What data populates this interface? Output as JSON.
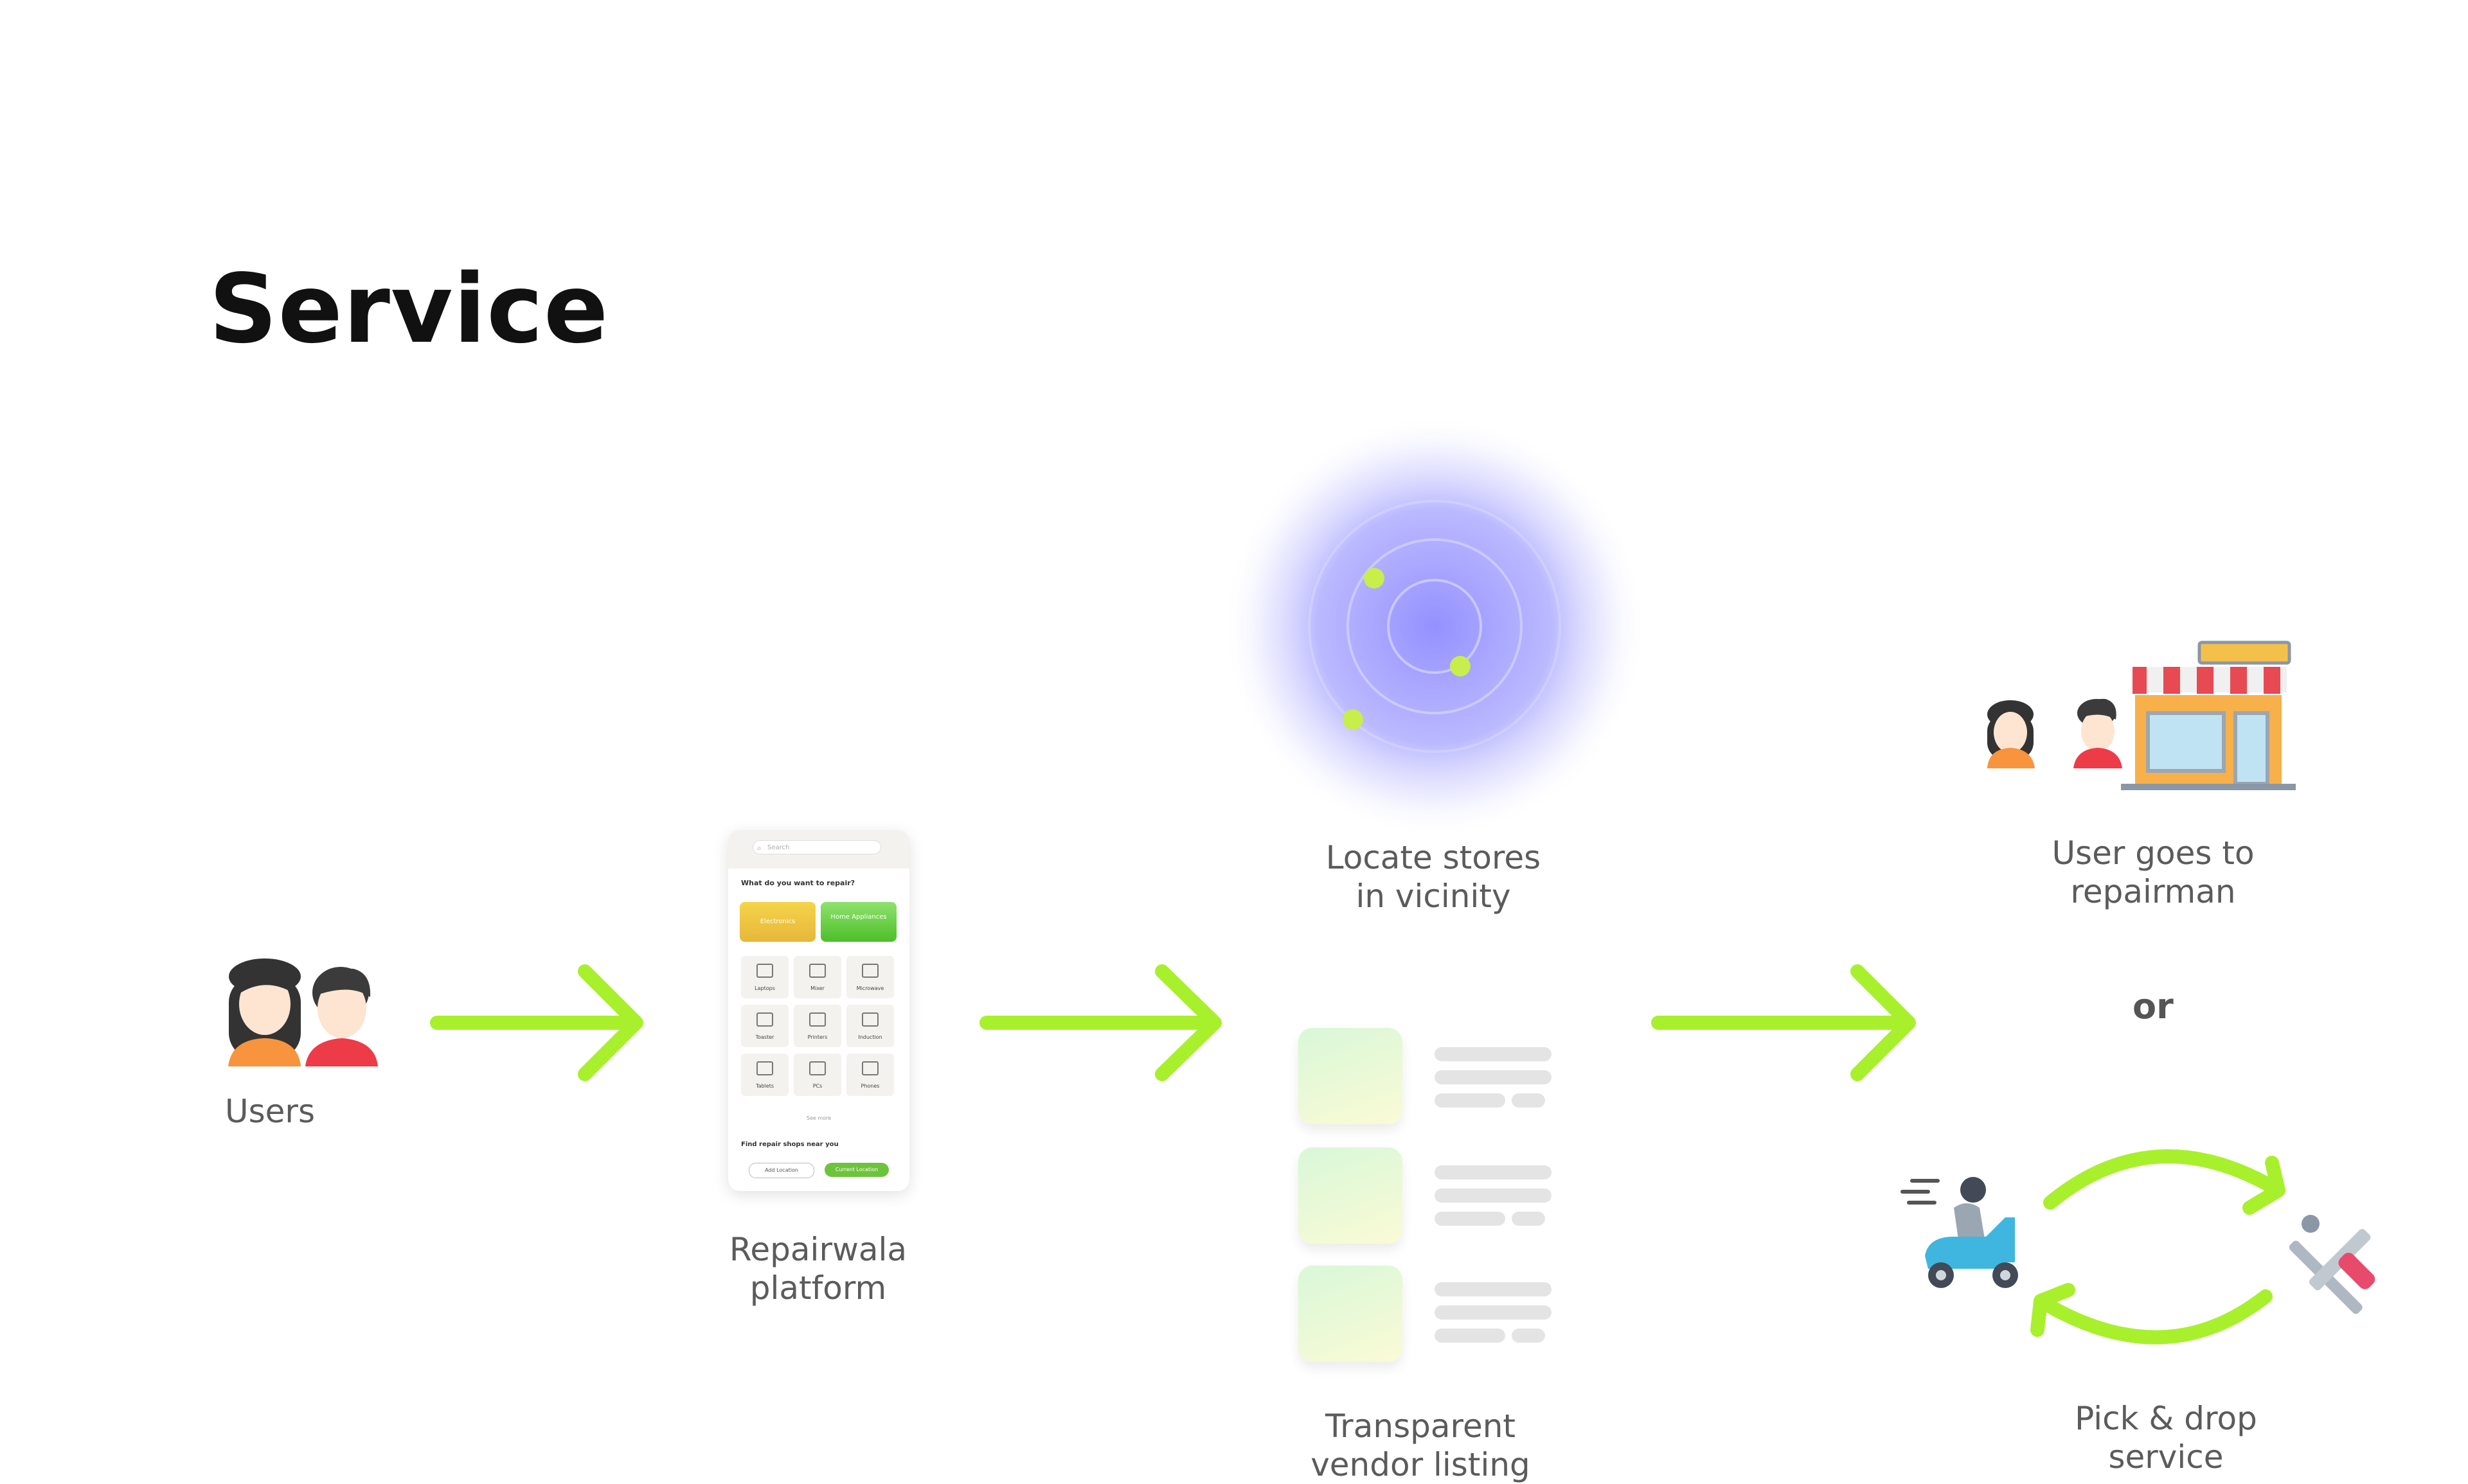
{
  "title": "Service",
  "steps": {
    "users": "Users",
    "platform": [
      "Repairwala",
      "platform"
    ],
    "locate": [
      "Locate stores",
      "in vicinity"
    ],
    "listing": [
      "Transparent",
      "vendor listing"
    ],
    "goes": [
      "User goes to",
      "repairman"
    ],
    "or": "or",
    "pick": [
      "Pick & drop",
      "service"
    ]
  },
  "phone": {
    "search_placeholder": "Search",
    "question": "What do you want to repair?",
    "categories": [
      "Electronics",
      "Home Appliances"
    ],
    "items": [
      "Laptops",
      "Mixer",
      "Microwave",
      "Toaster",
      "Printers",
      "Induction",
      "Tablets",
      "PCs",
      "Phones"
    ],
    "see_more": "See more",
    "find": "Find repair shops near you",
    "add_location": "Add Location",
    "current_location": "Current Location"
  },
  "colors": {
    "arrow": "#a8f02c",
    "radar": "#a9a7ff",
    "dot": "#c7ee4a"
  }
}
